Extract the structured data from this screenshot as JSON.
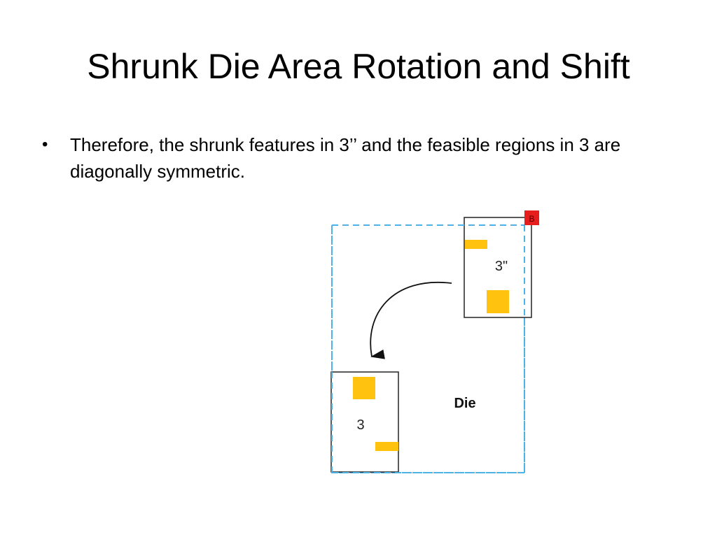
{
  "slide": {
    "title": "Shrunk Die Area Rotation and Shift",
    "bullets": [
      {
        "marker": "•",
        "text": "Therefore, the shrunk features in 3’’ and the feasible regions in 3 are diagonally symmetric."
      }
    ]
  },
  "diagram": {
    "die_label": "Die",
    "region_top_label": "3\"",
    "region_bottom_label": "3",
    "corner_marker_label": "B",
    "colors": {
      "die_outline": "#4db3e6",
      "region_outline": "#222222",
      "feature_fill": "#ffc20e",
      "corner_marker_fill": "#e61e1e",
      "arrow": "#111111"
    }
  }
}
